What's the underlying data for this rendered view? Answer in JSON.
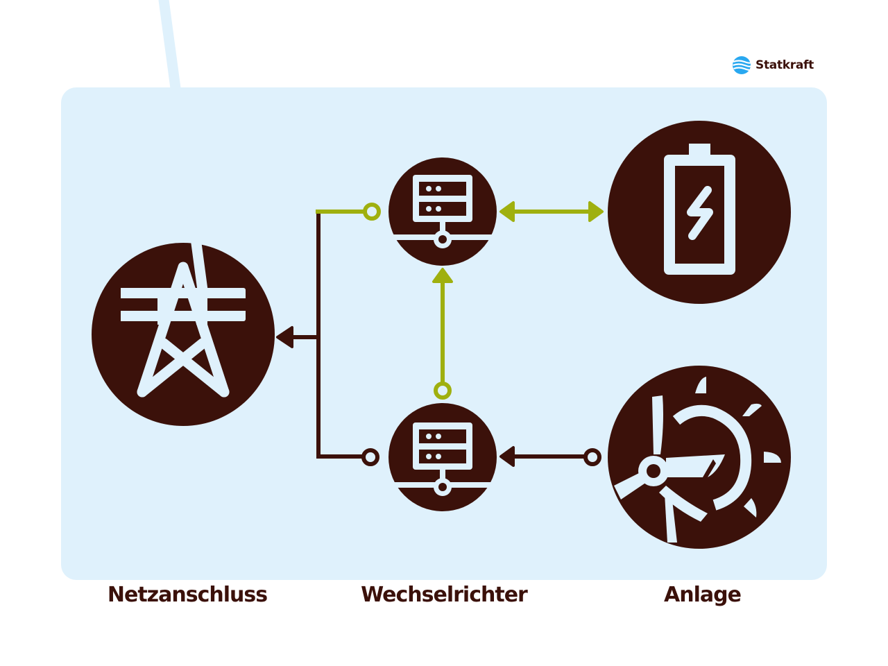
{
  "brand": {
    "name": "Statkraft",
    "logo_color": "#29a8f0"
  },
  "colors": {
    "background": "#ffffff",
    "panel": "#dff1fc",
    "node": "#3b110a",
    "icon_fill": "#dff1fc",
    "accent_line": "#9fb00f",
    "dark_line": "#3b110a"
  },
  "nodes": [
    {
      "id": "grid",
      "icon": "power-pylon-icon"
    },
    {
      "id": "inverter-top",
      "icon": "server-network-icon"
    },
    {
      "id": "inverter-bottom",
      "icon": "server-network-icon"
    },
    {
      "id": "battery",
      "icon": "battery-charging-icon"
    },
    {
      "id": "plant",
      "icon": "wind-solar-icon"
    }
  ],
  "connections": [
    {
      "from": "inverter-top",
      "to": "battery",
      "style": "green",
      "direction": "bidirectional"
    },
    {
      "from": "inverter-bottom",
      "to": "inverter-top",
      "style": "green",
      "direction": "forward"
    },
    {
      "from": "inverter-top",
      "to": "grid",
      "style": "green-to-dark",
      "direction": "forward"
    },
    {
      "from": "inverter-bottom",
      "to": "grid",
      "style": "dark",
      "direction": "forward"
    },
    {
      "from": "plant",
      "to": "inverter-bottom",
      "style": "dark",
      "direction": "forward"
    }
  ],
  "labels": {
    "grid": "Netzanschluss",
    "inverter": "Wechselrichter",
    "plant": "Anlage"
  }
}
